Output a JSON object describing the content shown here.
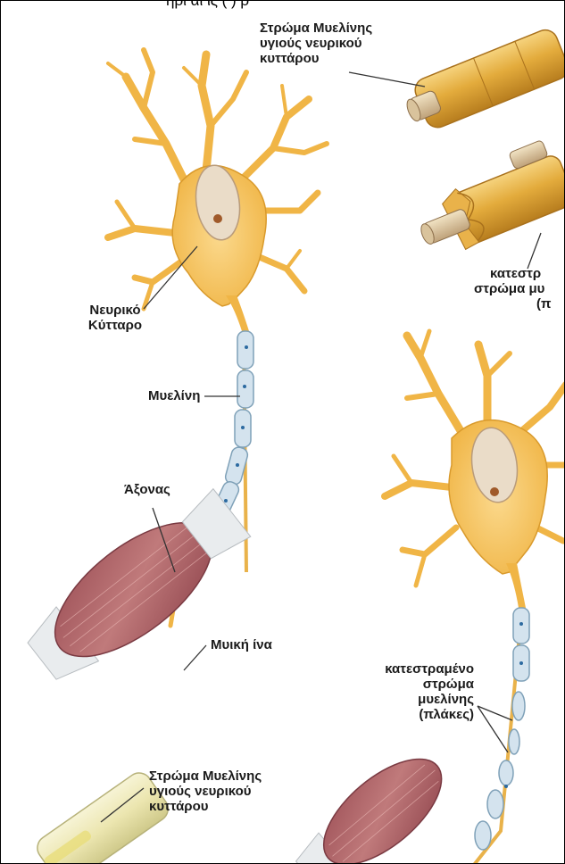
{
  "top_caption": "ηρι   αι   ις (   ) ρ",
  "labels": {
    "healthy_myelin_top": [
      "Στρώμα Μυελίνης",
      "υγιούς νευρικού",
      "κυττάρου"
    ],
    "damaged_partial": [
      "κατεστρ",
      "στρώμα μυ",
      "(π"
    ],
    "nerve_cell": [
      "Νευρικό",
      "Κύτταρο"
    ],
    "myelin": "Μυελίνη",
    "axon": "Άξονας",
    "muscle_fiber": "Μυική ίνα",
    "damaged_myelin": [
      "κατεστραμένο",
      "στρώμα",
      "μυελίνης",
      "(πλάκες)"
    ],
    "healthy_myelin_bottom": [
      "Στρώμα Μυελίνης",
      "υγιούς νευρικού",
      "κυττάρου"
    ]
  },
  "colors": {
    "neuron_fill": "#f7c86a",
    "neuron_stroke": "#d99a2c",
    "nucleus": "#eadcc8",
    "myelin_sheath": "#d4e3ee",
    "muscle": "#b56a6e",
    "tendon": "#e9ecee",
    "leader_line": "#333333"
  }
}
